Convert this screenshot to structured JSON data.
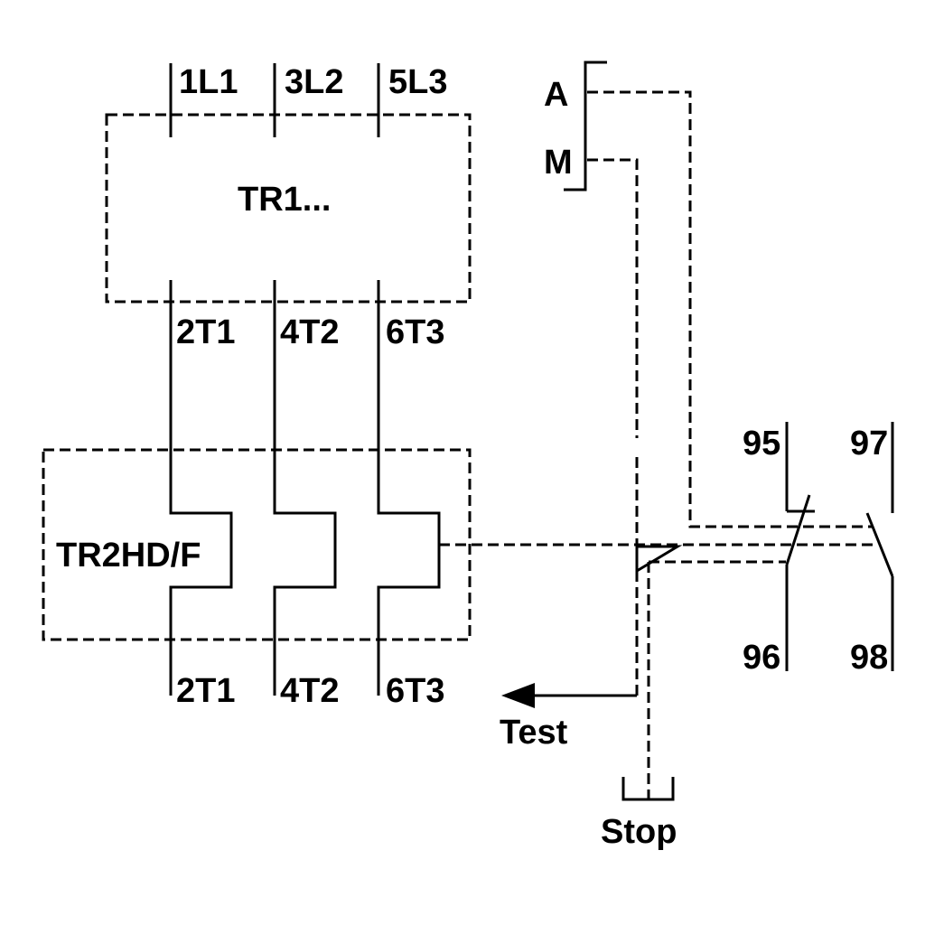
{
  "diagram": {
    "contactor": {
      "name": "TR1...",
      "input_terminals": [
        "1L1",
        "3L2",
        "5L3"
      ],
      "output_terminals": [
        "2T1",
        "4T2",
        "6T3"
      ]
    },
    "relay": {
      "name": "TR2HD/F",
      "output_terminals": [
        "2T1",
        "4T2",
        "6T3"
      ]
    },
    "selector": {
      "auto_label": "A",
      "manual_label": "M"
    },
    "contacts": {
      "nc_top": "95",
      "nc_bottom": "96",
      "no_top": "97",
      "no_bottom": "98"
    },
    "buttons": {
      "test_label": "Test",
      "stop_label": "Stop"
    }
  }
}
